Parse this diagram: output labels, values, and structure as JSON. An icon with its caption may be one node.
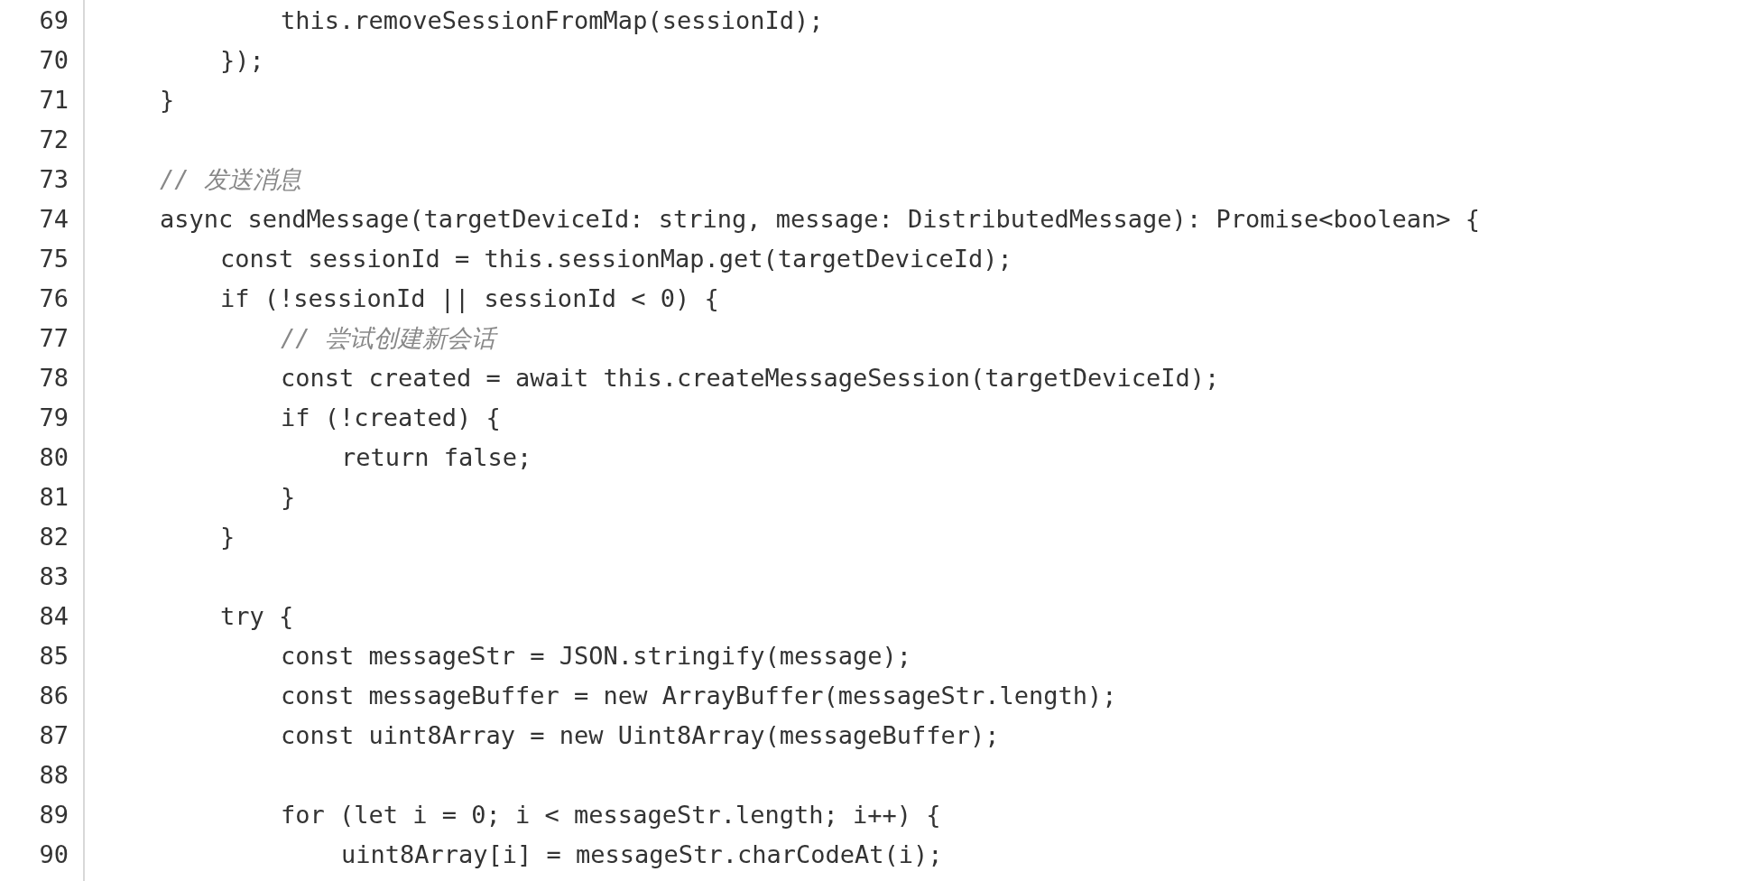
{
  "diagram": {
    "labels": [
      "69",
      "this.removeSessionFromMap(sessionId);",
      "70",
      "});",
      "71",
      "}",
      "72",
      "73",
      "// 发送消息",
      "74",
      "async sendMessage(targetDeviceId: string, message: DistributedMessage): Promise<boolean> {",
      "75",
      "const sessionId = this.sessionMap.get(targetDeviceId);",
      "76",
      "if (!sessionId || sessionId < 0) {",
      "77",
      "// 尝试创建新会话",
      "78",
      "const created = await this.createMessageSession(targetDeviceId);",
      "79",
      "if (!created) {",
      "80",
      "return false;",
      "81",
      "}",
      "82",
      "}",
      "83",
      "84",
      "try {",
      "85",
      "const messageStr = JSON.stringify(message);",
      "86",
      "const messageBuffer = new ArrayBuffer(messageStr.length);",
      "87",
      "const uint8Array = new Uint8Array(messageBuffer);",
      "88",
      "89",
      "for (let i = 0; i < messageStr.length; i++) {",
      "90",
      "uint8Array[i] = messageStr.charCodeAt(i);"
    ]
  }
}
